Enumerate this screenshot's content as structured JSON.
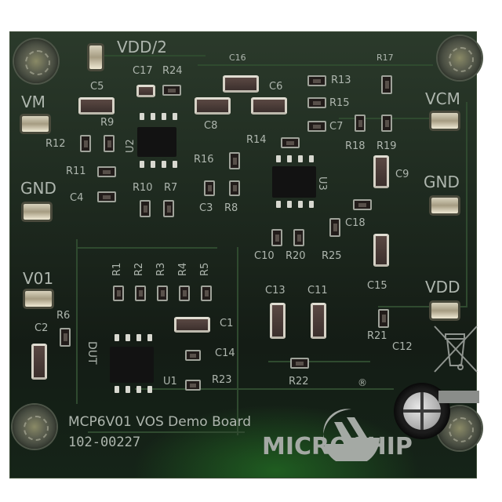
{
  "board": {
    "title": "MCP6V01 VOS Demo Board",
    "part_number": "102-00227",
    "brand": "MICROCHIP",
    "registered_mark": "®",
    "colors": {
      "pcb": "#1f2b20",
      "silkscreen": "#aeb6ae",
      "pad": "#d8d2bd",
      "background": "#ffffff"
    }
  },
  "terminals": {
    "vdd2": "VDD/2",
    "vm": "VM",
    "gnd_left": "GND",
    "v01": "V01",
    "vcm": "VCM",
    "gnd_right": "GND",
    "vdd": "VDD"
  },
  "ics": {
    "u1": "U1",
    "u2": "U2",
    "u3": "U3",
    "dut": "DUT"
  },
  "labels": {
    "c1": "C1",
    "c2": "C2",
    "c3": "C3",
    "c4": "C4",
    "c5": "C5",
    "c6": "C6",
    "c7": "C7",
    "c8": "C8",
    "c9": "C9",
    "c10": "C10",
    "c11": "C11",
    "c12": "C12",
    "c13": "C13",
    "c14": "C14",
    "c15": "C15",
    "c16": "C16",
    "c17": "C17",
    "c18": "C18",
    "r1": "R1",
    "r2": "R2",
    "r3": "R3",
    "r4": "R4",
    "r5": "R5",
    "r6": "R6",
    "r7": "R7",
    "r8": "R8",
    "r9": "R9",
    "r10": "R10",
    "r11": "R11",
    "r12": "R12",
    "r13": "R13",
    "r14": "R14",
    "r15": "R15",
    "r16": "R16",
    "r17": "R17",
    "r18": "R18",
    "r19": "R19",
    "r20": "R20",
    "r21": "R21",
    "r22": "R22",
    "r23": "R23",
    "r24": "R24",
    "r25": "R25"
  },
  "icons": {
    "weee": "crossed-out-wheelie-bin-icon",
    "logo": "microchip-logo-icon",
    "mounting": "mounting-hole-icon"
  }
}
